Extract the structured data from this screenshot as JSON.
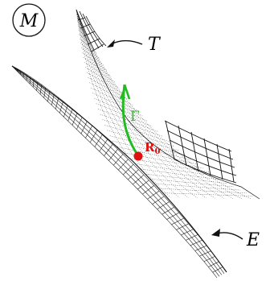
{
  "labels": {
    "manifold": "M",
    "upper_surface": "T",
    "curve": "Γ",
    "point_base": "R",
    "point_sub": "0",
    "lower_surface": "E"
  },
  "colors": {
    "ink": "#111111",
    "curve": "#22bb22",
    "point": "#e01010"
  }
}
